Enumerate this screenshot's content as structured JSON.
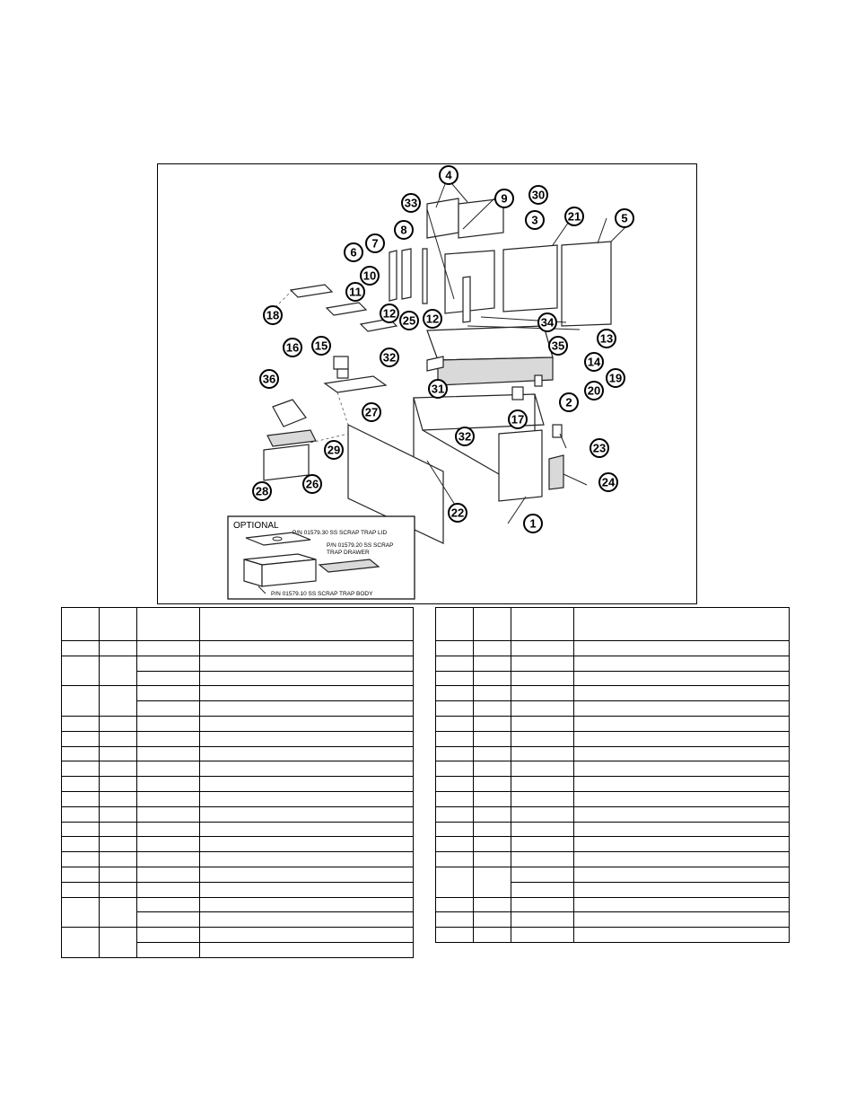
{
  "diagram": {
    "callouts": [
      "1",
      "2",
      "3",
      "4",
      "5",
      "6",
      "7",
      "8",
      "9",
      "10",
      "11",
      "12",
      "12",
      "13",
      "14",
      "15",
      "16",
      "17",
      "18",
      "19",
      "20",
      "21",
      "22",
      "23",
      "24",
      "25",
      "26",
      "27",
      "28",
      "29",
      "30",
      "31",
      "32",
      "32",
      "33",
      "34",
      "35",
      "36"
    ],
    "optional": {
      "title": "OPTIONAL",
      "lid_label": "P/N 01579.30 SS SCRAP TRAP LID",
      "drawer_label_line1": "P/N 01579.20 SS SCRAP",
      "drawer_label_line2": "TRAP DRAWER",
      "body_label": "P/N 01579.10 SS SCRAP TRAP BODY"
    }
  }
}
